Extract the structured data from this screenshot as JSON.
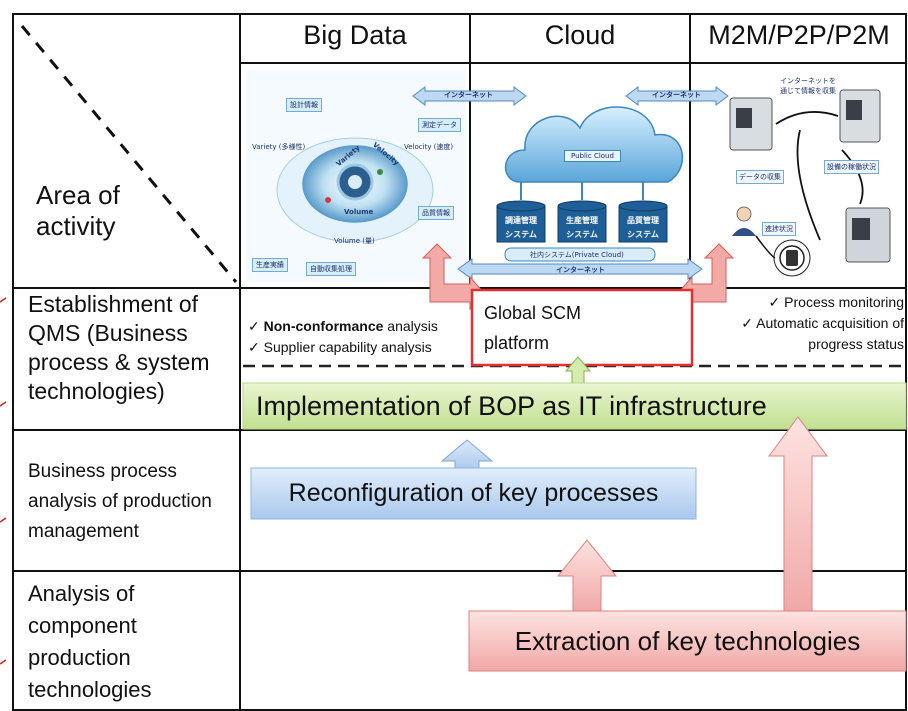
{
  "columns": {
    "big_data": "Big Data",
    "cloud": "Cloud",
    "m2m": "M2M/P2P/P2M"
  },
  "row_labels": {
    "area": [
      "Area of",
      "activity"
    ],
    "qms": [
      "Establishment of",
      "QMS (Business",
      "process & system",
      "technologies)"
    ],
    "bpa": [
      "Business process",
      "analysis of production",
      "management"
    ],
    "comp": [
      "Analysis of",
      "component",
      "production",
      "technologies"
    ]
  },
  "big_data_panel": {
    "ring_labels": [
      "Variety",
      "Velocity",
      "Volume"
    ],
    "tags": [
      "設計情報",
      "測定データ",
      "品質情報",
      "生産実績",
      "自動収集処理"
    ],
    "notes": [
      "Variety (多様性)",
      "Velocity (速度)",
      "Volume (量)"
    ]
  },
  "cloud_panel": {
    "internet_left": "インターネット",
    "internet_right": "インターネット",
    "internet_bottom": "インターネット",
    "public_cloud": "Public Cloud",
    "private_cloud": "社内システム(Private Cloud)",
    "databases": [
      "調達管理\nシステム",
      "生産管理\nシステム",
      "品質管理\nシステム"
    ]
  },
  "m2m_panel": {
    "notes": [
      "インターネットを通じて情報を収集",
      "データの収集",
      "設備の稼働状況",
      "進捗状況"
    ]
  },
  "qms_row": {
    "big_data_bullets": [
      {
        "bold": "Non-conformance",
        "rest": " analysis"
      },
      {
        "bold": "",
        "rest": "Supplier capability analysis"
      }
    ],
    "check": "✓",
    "global_scm": [
      "Global SCM",
      "platform"
    ],
    "m2m_bullets": [
      "✓ Process monitoring",
      "✓ Automatic acquisition of",
      "progress status"
    ]
  },
  "boxes": {
    "bop": "Implementation of BOP as IT infrastructure",
    "reconfig": "Reconfiguration of key processes",
    "extraction": "Extraction of key technologies"
  },
  "colors": {
    "green": "#d4ecae",
    "blue": "#c7dcf5",
    "pink": "#f7c8c6",
    "red_border": "#e03030"
  }
}
